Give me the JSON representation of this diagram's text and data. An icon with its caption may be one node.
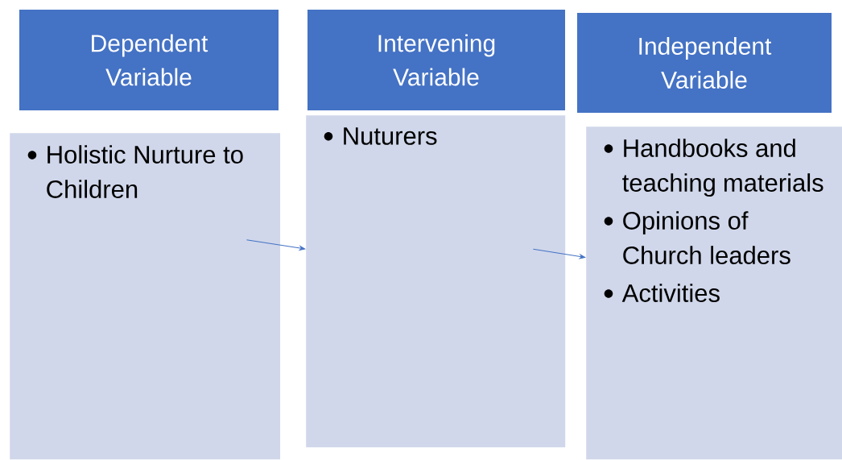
{
  "diagram": {
    "nodes": [
      {
        "text": [
          "Dependent Variable"
        ]
      },
      {
        "text": [
          "Intervening Variable"
        ]
      },
      {
        "text": [
          "Independent Variable"
        ]
      },
      {
        "text": [
          "Holistic Nurture to Children"
        ]
      },
      {
        "text": [
          "Nuturers"
        ]
      },
      {
        "text": [
          "Handbooks and teaching materials",
          "Opinions  of Church leaders",
          "Activities"
        ]
      }
    ],
    "edges": [
      {
        "from": 3,
        "to": 4,
        "arrow": "to"
      },
      {
        "from": 4,
        "to": 5,
        "arrow": "to"
      }
    ]
  }
}
